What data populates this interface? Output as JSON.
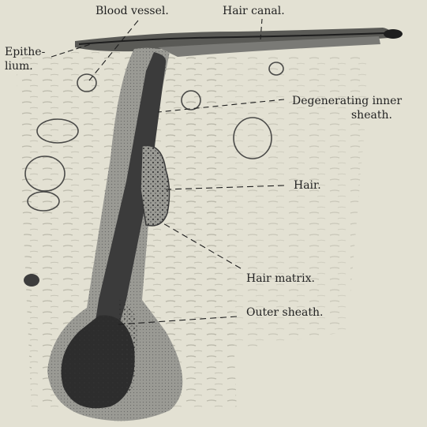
{
  "labels": {
    "blood_vessel": "Blood vessel.",
    "hair_canal": "Hair canal.",
    "epithelium_1": "Epithe-",
    "epithelium_2": "lium.",
    "degenerating_1": "Degenerating inner",
    "degenerating_2": "sheath.",
    "hair": "Hair.",
    "hair_matrix": "Hair matrix.",
    "outer_sheath": "Outer sheath."
  },
  "colors": {
    "background": "#e3e1d3",
    "ink": "#232323",
    "sheath_gray": "#8a8a86",
    "hair_dark": "#3b3b3b"
  }
}
